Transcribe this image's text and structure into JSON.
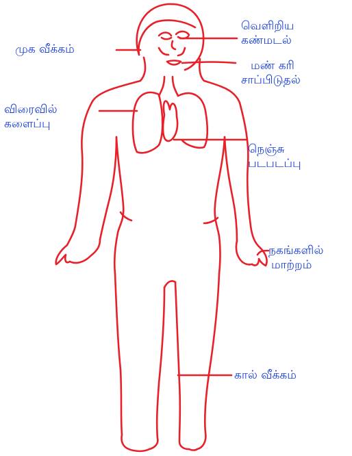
{
  "colors": {
    "outline": "#e8202a",
    "label_text": "#1a3fd6",
    "background": "#ffffff"
  },
  "labels": {
    "eyes": {
      "line1": "வெளிறிய",
      "line2": "கண்மடல்"
    },
    "face": {
      "line1": "முக வீக்கம்"
    },
    "soil": {
      "line1": "மண் கரி",
      "line2": "சாப்பிடுதல்"
    },
    "breath": {
      "line1": "விரைவில்",
      "line2": "களைப்பு"
    },
    "heart": {
      "line1": "நெஞ்சு",
      "line2": "படபடப்பு"
    },
    "nails": {
      "line1": "நகங்களில்",
      "line2": "மாற்றம்"
    },
    "legs": {
      "line1": "கால் வீக்கம்"
    }
  }
}
